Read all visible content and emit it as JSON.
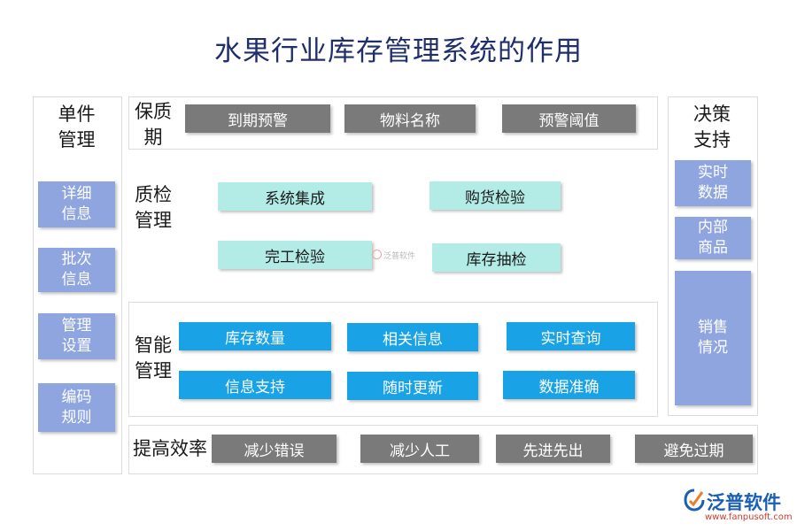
{
  "title": "水果行业库存管理系统的作用",
  "left_panel": {
    "heading": [
      "单件",
      "管理"
    ],
    "items": [
      [
        "详细",
        "信息"
      ],
      [
        "批次",
        "信息"
      ],
      [
        "管理",
        "设置"
      ],
      [
        "编码",
        "规则"
      ]
    ]
  },
  "right_panel": {
    "heading": [
      "决策",
      "支持"
    ],
    "items": [
      [
        "实时",
        "数据"
      ],
      [
        "内部",
        "商品"
      ],
      [
        "销售",
        "情况"
      ]
    ]
  },
  "shelf_life": {
    "heading": [
      "保质",
      "期"
    ],
    "items": [
      "到期预警",
      "物料名称",
      "预警阈值"
    ]
  },
  "quality": {
    "heading": [
      "质检",
      "管理"
    ],
    "items": [
      "系统集成",
      "购货检验",
      "完工检验",
      "库存抽检"
    ]
  },
  "smart": {
    "heading": [
      "智能",
      "管理"
    ],
    "items": [
      "库存数量",
      "相关信息",
      "实时查询",
      "信息支持",
      "随时更新",
      "数据准确"
    ]
  },
  "efficiency": {
    "heading": "提高效率",
    "items": [
      "减少错误",
      "减少人工",
      "先进先出",
      "避免过期"
    ]
  },
  "watermark": "泛普软件",
  "logo": {
    "name": "泛普软件",
    "url": "www.fanpusoft.com",
    "colors": {
      "brand": "#1a5fb4",
      "url": "#d23a2a"
    }
  },
  "colors": {
    "title": "#1f2f6b",
    "gray_box": "#7a7a7a",
    "teal_box": "#b3ebe6",
    "blue_box": "#19a3e6",
    "lavender_box": "#8fa5e0"
  }
}
